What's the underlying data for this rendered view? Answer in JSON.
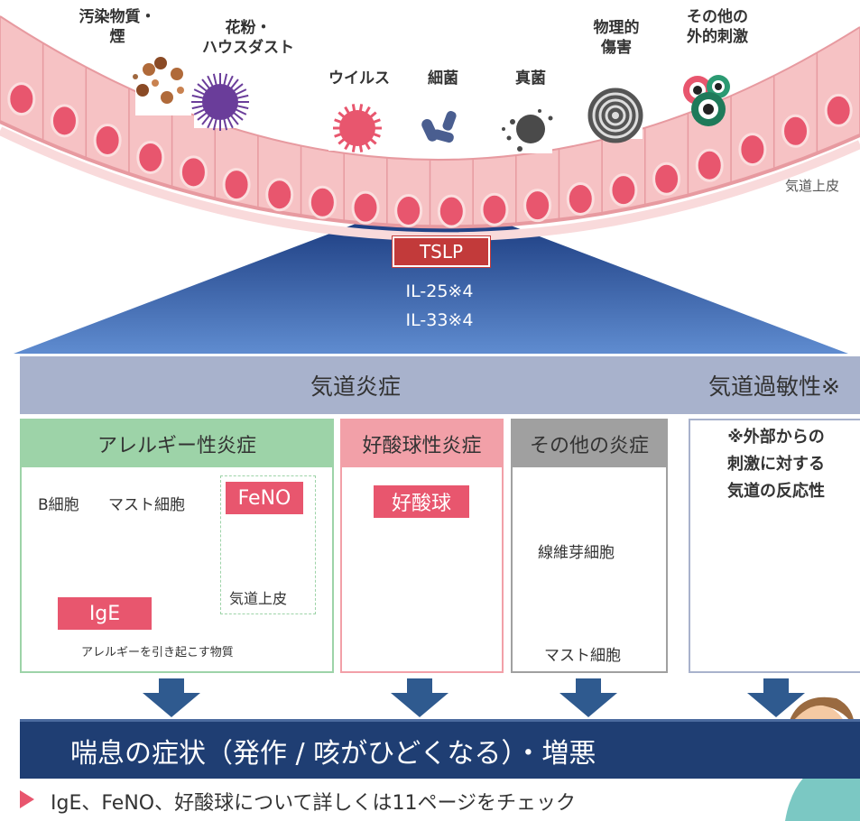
{
  "triggers": {
    "pollutants": "汚染物質・\n煙",
    "pollen": "花粉・\nハウスダスト",
    "virus": "ウイルス",
    "bacteria": "細菌",
    "fungi": "真菌",
    "physical": "物理的\n傷害",
    "other": "その他の\n外的刺激"
  },
  "epithelium_label": "気道上皮",
  "cytokines": {
    "primary": "TSLP",
    "secondary": [
      "IL-25※4",
      "IL-33※4"
    ]
  },
  "airway_inflammation": "気道炎症",
  "hyperresponsiveness": {
    "title": "気道過敏性※",
    "note": "※外部からの\n刺激に対する\n気道の反応性"
  },
  "panels": {
    "allergic": {
      "title": "アレルギー性炎症",
      "b_cell": "B細胞",
      "mast_cell": "マスト細胞",
      "feno": "FeNO",
      "ige": "IgE",
      "epithelium": "気道上皮",
      "allergen": "アレルギーを引き起こす物質"
    },
    "eosinophilic": {
      "title": "好酸球性炎症",
      "cell": "好酸球"
    },
    "other": {
      "title": "その他の炎症",
      "fibroblast": "線維芽細胞",
      "mast_cell": "マスト細胞"
    }
  },
  "result": "喘息の症状（発作 / 咳がひどくなる）・増悪",
  "footer": "IgE、FeNO、好酸球について詳しくは11ページをチェック",
  "colors": {
    "epithelium": "#f4b3b5",
    "cytokine_tag": "#c23a3a",
    "header_bar": "#a8b2cc",
    "allergic_green": "#9dd3a8",
    "eos_pink": "#f2a0a8",
    "other_gray": "#a0a0a0",
    "result_navy": "#1f3e73",
    "arrow_blue": "#2f5a8f",
    "tag_pink": "#e8566e"
  }
}
